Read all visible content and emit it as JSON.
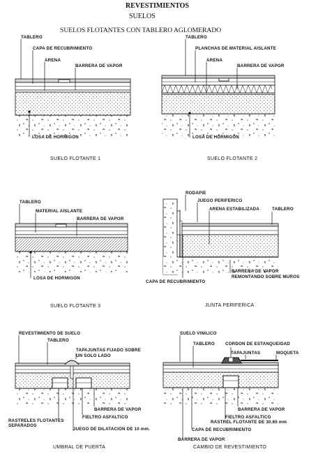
{
  "header": {
    "title": "REVESTIMIENTOS",
    "subtitle": "SUELOS",
    "heading": "SUELOS FLOTANTES CON TABLERO AGLOMERADO"
  },
  "d1": {
    "tablero": "TABLERO",
    "capa": "CAPA DE RECUBRIMIENTO",
    "arena": "ARENA",
    "barrera": "BARRERA DE VAPOR",
    "losa": "LOSA DE HORMIGON",
    "caption": "SUELO FLOTANTE  1"
  },
  "d2": {
    "tablero": "TABLERO",
    "planchas": "PLANCHAS DE MATERIAL AISLANTE",
    "arena": "ARENA",
    "barrera": "BARRERA DE VAPOR",
    "losa": "LOSA DE HORMIGON",
    "caption": "SUELO FLOTANTE  2"
  },
  "d3": {
    "tablero": "TABLERO",
    "material": "MATERIAL AISLANTE",
    "barrera": "BARRERA DE VAPOR",
    "losa": "LOSA DE HORMIGON",
    "caption": "SUELO FLOTANTE  3"
  },
  "d4": {
    "rodapie": "RODAPIE",
    "juego": "JUEGO PERIFERICO",
    "arena": "ARENA ESTABILIZADA",
    "tablero": "TABLERO",
    "barrera1": "BARRERA DE VAPOR",
    "barrera2": "REMONTANDO SOBRE MUROS",
    "capa": "CAPA DE RECUBRIMIENTO",
    "caption": "JUNTA PERIFERICA"
  },
  "d5": {
    "revestimiento": "REVESTIMIENTO DE SUELO",
    "tablero": "TABLERO",
    "tapa1": "TAPAJUNTAS FIJADO SOBRE",
    "tapa2": "UN SOLO LADO",
    "barrera": "BARRERA DE VAPOR",
    "fieltro": "FIELTRO ASFALTICO",
    "rastreles1": "RASTRELES FLOTANTES",
    "rastreles2": "SEPARADOS",
    "juego": "JUEGO DE DILATACION DE  10 mm.",
    "caption": "UMBRAL DE PUERTA"
  },
  "d6": {
    "suelo": "SUELO VINILICO",
    "tablero": "TABLERO",
    "cordon": "CORDON DE ESTANQUEIDAD",
    "tapajuntas": "TAPAJUNTAS",
    "moqueta": "MOQUETA",
    "barrera": "BARRERA DE VAPOR",
    "fieltro": "FIELTRO ASFALTICO",
    "rastrel": "RASTREL FLOTANTE DE 30.60 mm",
    "capa": "CAPA DE RECUBRIMIENTO",
    "barrera2": "BARRERA DE VAPOR",
    "caption": "CAMBIO DE REVESTIMIENTO"
  }
}
